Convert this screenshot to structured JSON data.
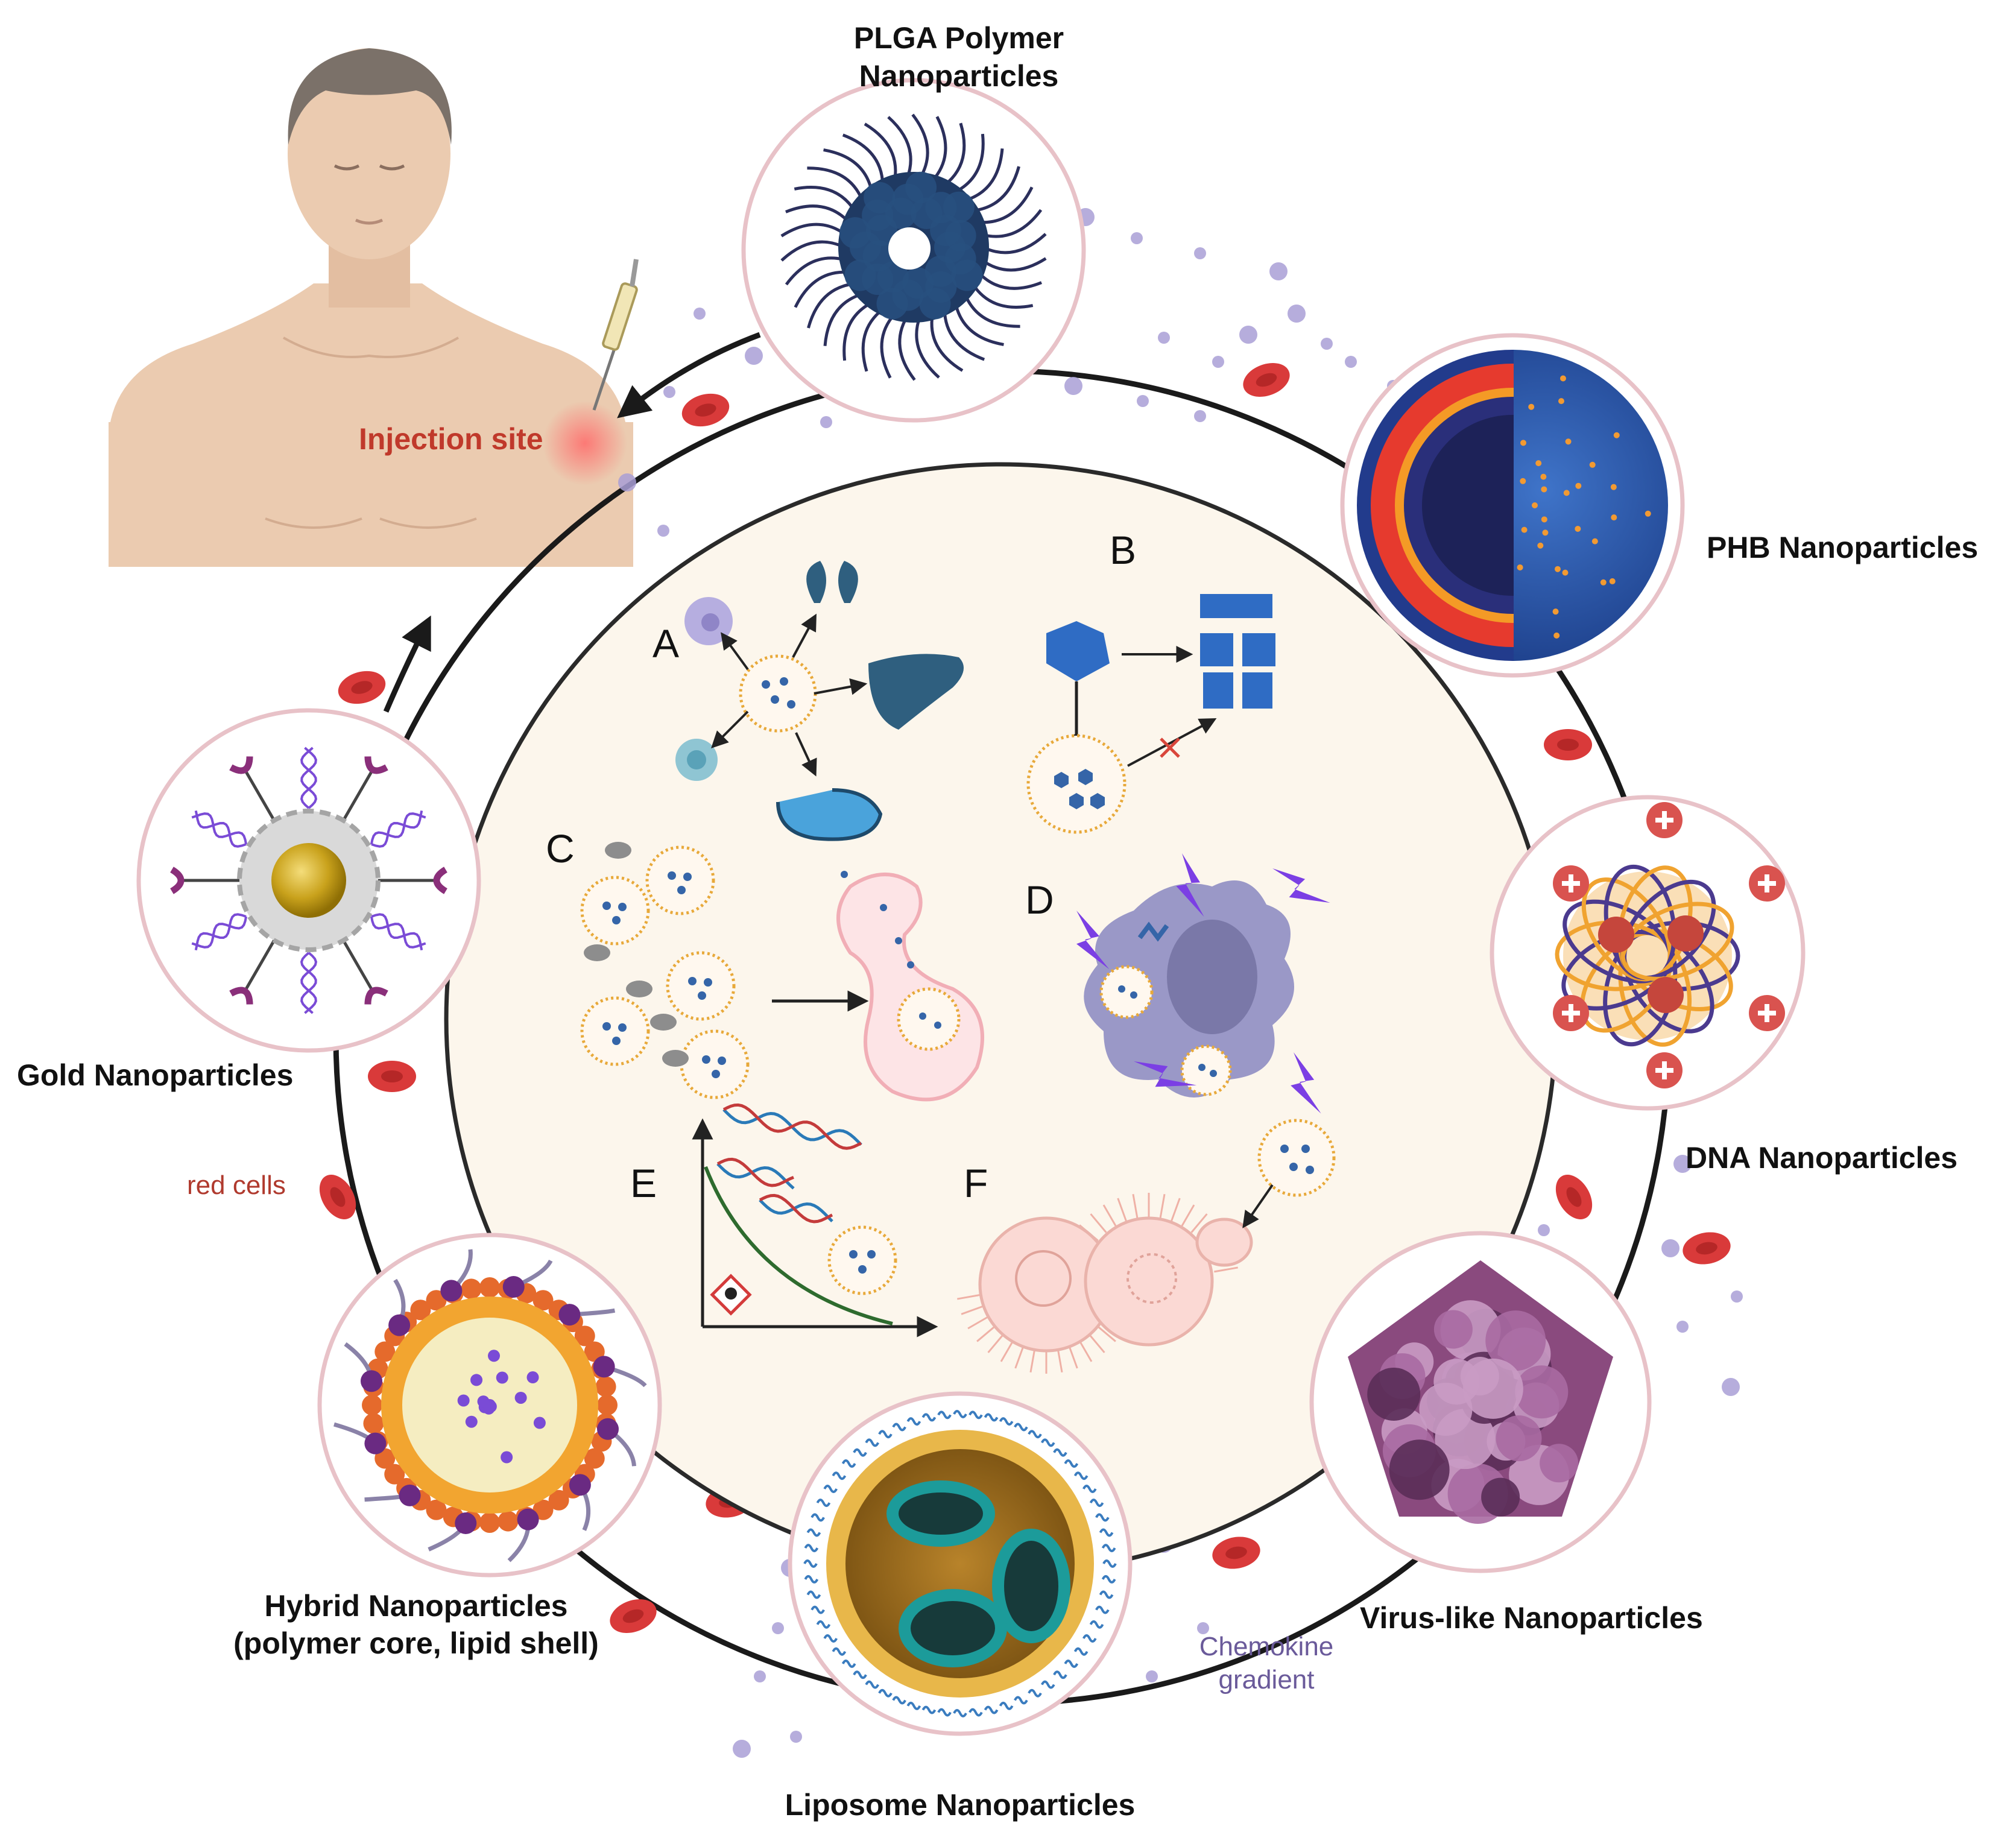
{
  "colors": {
    "outer_ring": "#1a1a1a",
    "particle_border": "#e8c2c8",
    "inner_panel": "#fcf6ec",
    "red_cell": "#d93a3a",
    "dot": "#a99fd6",
    "skin": "#ebcbb0"
  },
  "human": {
    "injection_label": "Injection site"
  },
  "particles": {
    "plga": {
      "line1": "PLGA Polymer",
      "line2": "Nanoparticles",
      "icon": "plga-nanoparticle-icon"
    },
    "phb": {
      "label": "PHB Nanoparticles",
      "icon": "phb-nanoparticle-icon"
    },
    "dna": {
      "label": "DNA Nanoparticles",
      "icon": "dna-nanoparticle-icon"
    },
    "vlp": {
      "label": "Virus-like Nanoparticles",
      "icon": "virus-like-nanoparticle-icon"
    },
    "liposome": {
      "label": "Liposome Nanoparticles",
      "icon": "liposome-nanoparticle-icon"
    },
    "hybrid": {
      "line1": "Hybrid Nanoparticles",
      "line2": "(polymer core, lipid shell)",
      "icon": "hybrid-nanoparticle-icon"
    },
    "gold": {
      "label": "Gold Nanoparticles",
      "icon": "gold-nanoparticle-icon"
    }
  },
  "annotations": {
    "red_cells": "red cells",
    "chemokine_line1": "Chemokine",
    "chemokine_line2": "gradient"
  },
  "panels": {
    "a": "A",
    "b": "B",
    "c": "C",
    "d": "D",
    "e": "E",
    "f": "F"
  }
}
